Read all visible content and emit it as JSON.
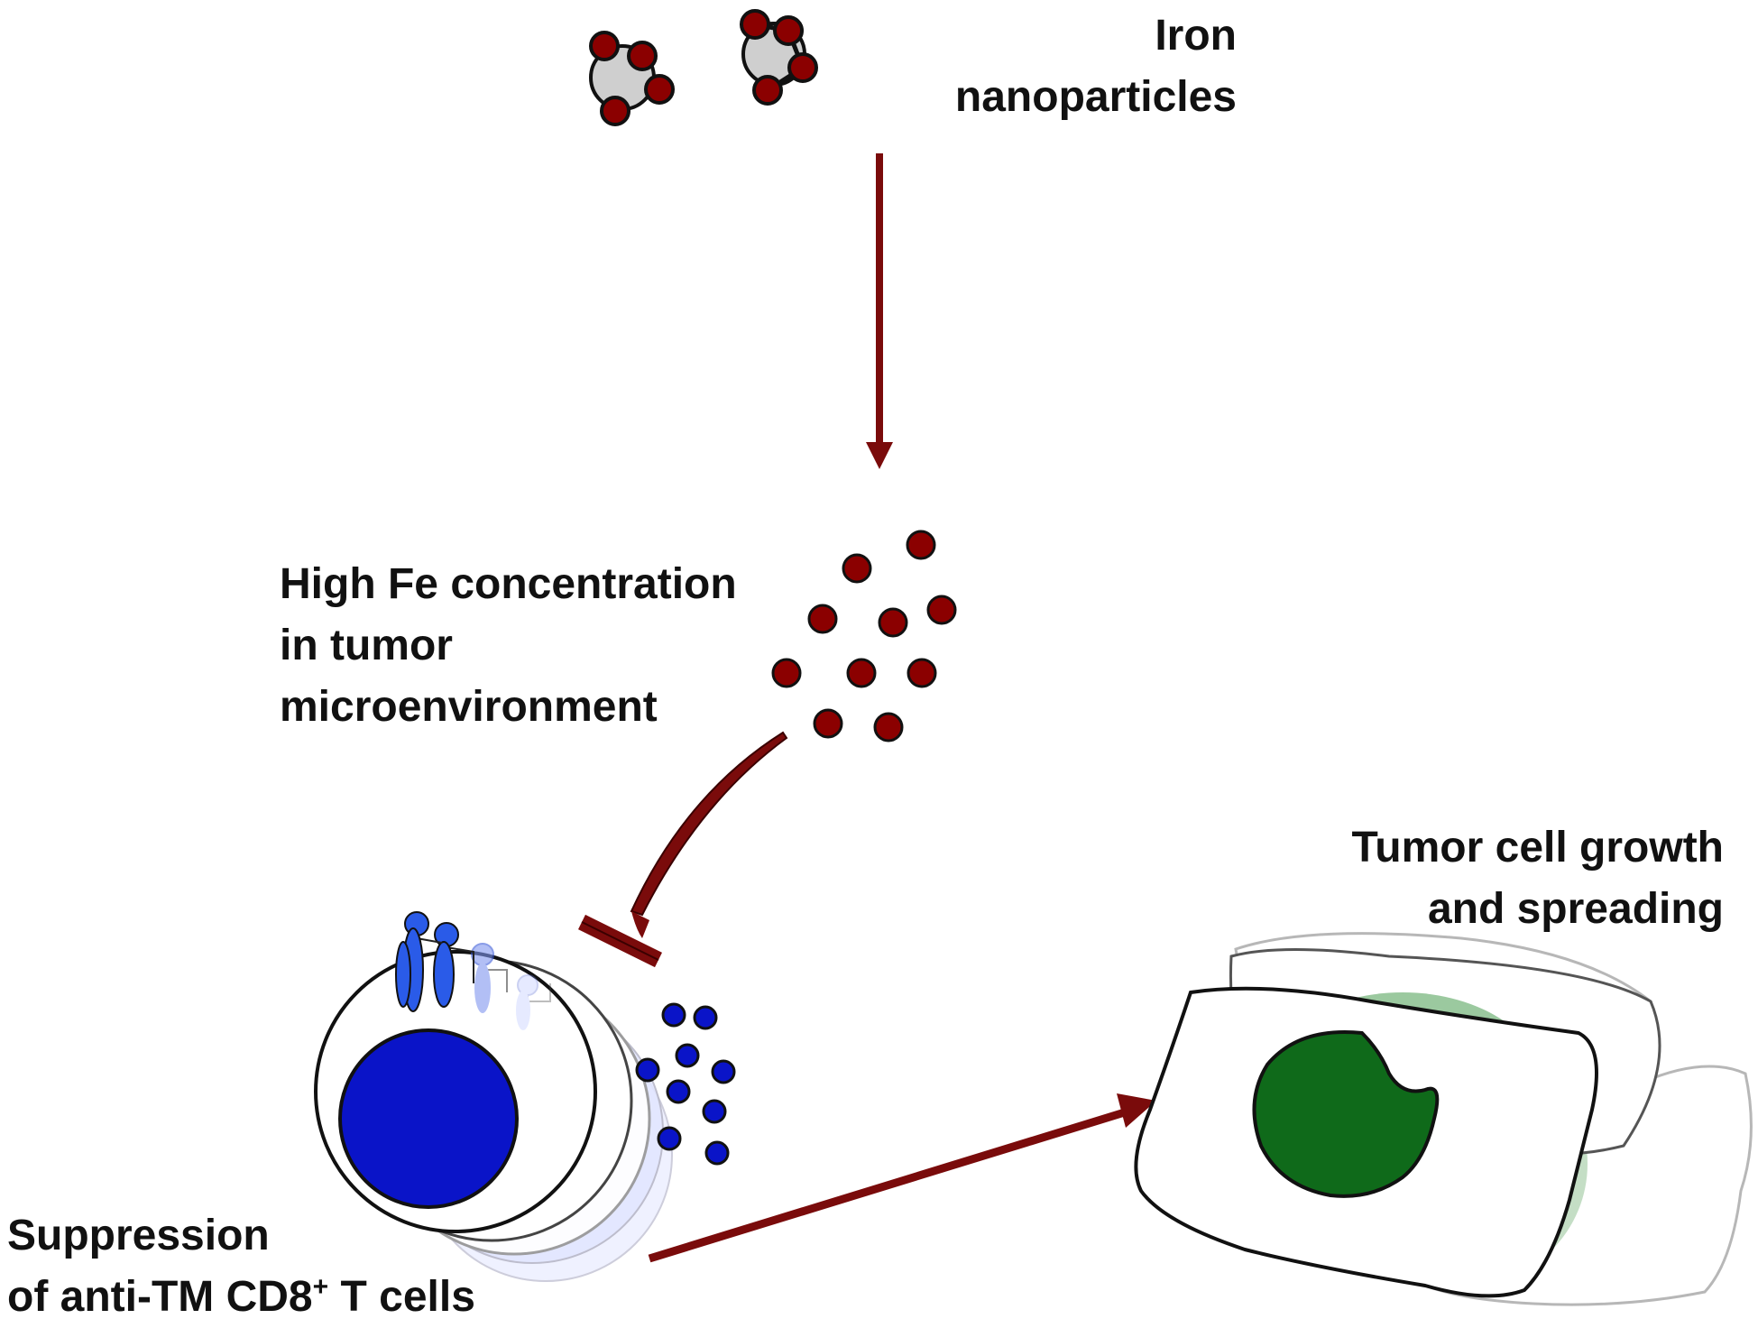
{
  "labels": {
    "iron_nanoparticles": {
      "line1": "Iron",
      "line2": "nanoparticles"
    },
    "high_fe": {
      "line1": "High Fe concentration",
      "line2": "in tumor",
      "line3": "microenvironment"
    },
    "suppression": {
      "line1": "Suppression",
      "line2_pre": "of anti-TM CD8",
      "line2_sup": "+",
      "line2_post": " T cells"
    },
    "tumor_growth": {
      "line1": "Tumor cell growth",
      "line2": "and spreading"
    }
  },
  "colors": {
    "iron_red": "#8b0000",
    "arrow_red": "#7a0b0b",
    "particle_gray": "#cfcfcf",
    "tcell_blue": "#0a14c8",
    "receptor_blue": "#2a5be8",
    "tumor_nucleus_green": "#0f6a1a",
    "tumor_shadow_green": "#9cc89f",
    "outline": "#111111"
  }
}
